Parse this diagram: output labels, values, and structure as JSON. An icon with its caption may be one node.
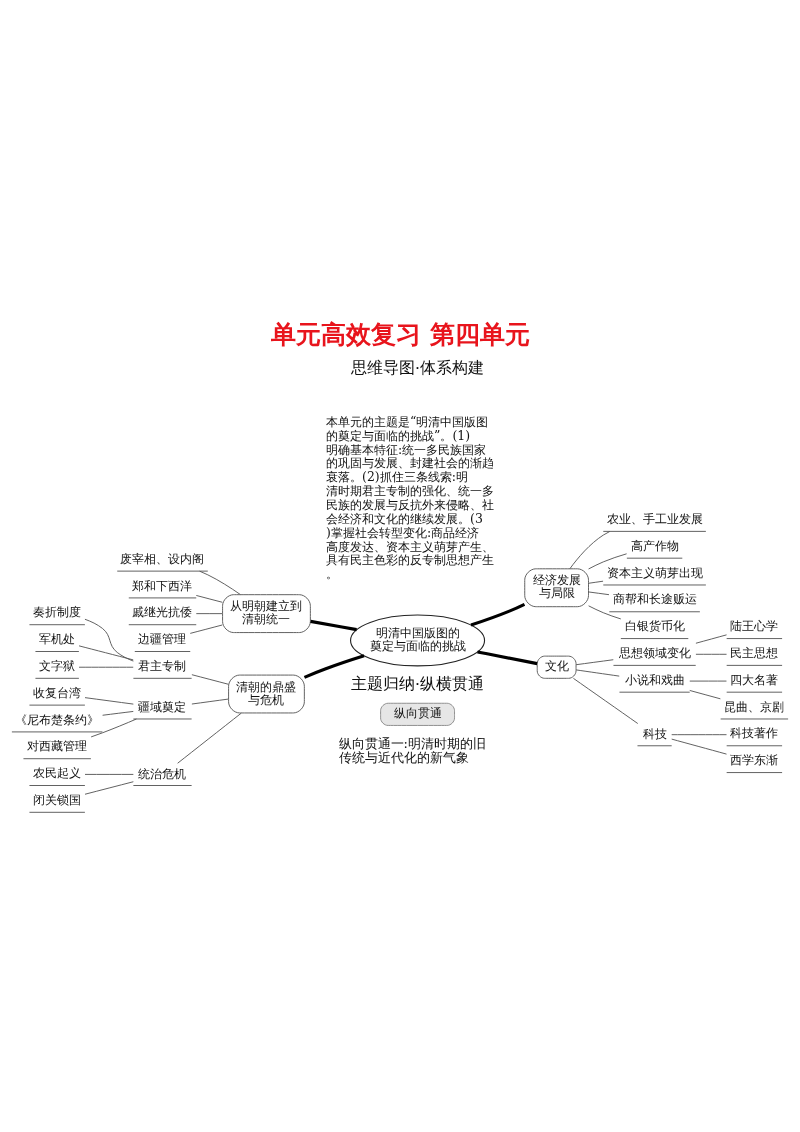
{
  "diagram": {
    "title": "单元高效复习 第四单元",
    "nodes": [
      {
        "text": [
          "明清中国版图的奠定与面临的挑战"
        ]
      },
      {
        "text": [
          "从明朝建立到清朝统一"
        ]
      },
      {
        "text": [
          "废宰相、设内阁"
        ]
      },
      {
        "text": [
          "郑和下西洋"
        ]
      },
      {
        "text": [
          "戚继光抗倭"
        ]
      },
      {
        "text": [
          "边疆管理"
        ]
      },
      {
        "text": [
          "清朝的鼎盛与危机"
        ]
      },
      {
        "text": [
          "君主专制"
        ]
      },
      {
        "text": [
          "奏折制度"
        ]
      },
      {
        "text": [
          "军机处"
        ]
      },
      {
        "text": [
          "文字狱"
        ]
      },
      {
        "text": [
          "疆域奠定"
        ]
      },
      {
        "text": [
          "收复台湾"
        ]
      },
      {
        "text": [
          "《尼布楚条约》"
        ]
      },
      {
        "text": [
          "对西藏管理"
        ]
      },
      {
        "text": [
          "统治危机"
        ]
      },
      {
        "text": [
          "农民起义"
        ]
      },
      {
        "text": [
          "闭关锁国"
        ]
      },
      {
        "text": [
          "经济发展与局限"
        ]
      },
      {
        "text": [
          "农业、手工业发展"
        ]
      },
      {
        "text": [
          "高产作物"
        ]
      },
      {
        "text": [
          "资本主义萌芽出现"
        ]
      },
      {
        "text": [
          "商帮和长途贩运"
        ]
      },
      {
        "text": [
          "白银货币化"
        ]
      },
      {
        "text": [
          "文化"
        ]
      },
      {
        "text": [
          "思想领域变化"
        ]
      },
      {
        "text": [
          "陆王心学"
        ]
      },
      {
        "text": [
          "民主思想"
        ]
      },
      {
        "text": [
          "小说和戏曲"
        ]
      },
      {
        "text": [
          "四大名著"
        ]
      },
      {
        "text": [
          "昆曲、京剧"
        ]
      },
      {
        "text": [
          "科技"
        ]
      },
      {
        "text": [
          "科技著作"
        ]
      },
      {
        "text": [
          "西学东渐"
        ]
      },
      {
        "text": [
          "纵向贯通"
        ]
      }
    ],
    "edges": [
      {
        "from": 2,
        "to": 1,
        "arrow": "none"
      },
      {
        "from": 3,
        "to": 1,
        "arrow": "none"
      },
      {
        "from": 4,
        "to": 1,
        "arrow": "none"
      },
      {
        "from": 5,
        "to": 1,
        "arrow": "none"
      },
      {
        "from": 1,
        "to": 0,
        "arrow": "none",
        "style": "thick"
      },
      {
        "from": 8,
        "to": 7,
        "arrow": "none"
      },
      {
        "from": 9,
        "to": 7,
        "arrow": "none"
      },
      {
        "from": 10,
        "to": 7,
        "arrow": "none"
      },
      {
        "from": 7,
        "to": 6,
        "arrow": "none"
      },
      {
        "from": 12,
        "to": 11,
        "arrow": "none"
      },
      {
        "from": 13,
        "to": 11,
        "arrow": "none"
      },
      {
        "from": 14,
        "to": 11,
        "arrow": "none"
      },
      {
        "from": 11,
        "to": 6,
        "arrow": "none"
      },
      {
        "from": 16,
        "to": 15,
        "arrow": "none"
      },
      {
        "from": 17,
        "to": 15,
        "arrow": "none"
      },
      {
        "from": 15,
        "to": 6,
        "arrow": "none"
      },
      {
        "from": 6,
        "to": 0,
        "arrow": "none",
        "style": "thick"
      },
      {
        "from": 0,
        "to": 18,
        "arrow": "none",
        "style": "thick"
      },
      {
        "from": 18,
        "to": 19,
        "arrow": "none"
      },
      {
        "from": 18,
        "to": 20,
        "arrow": "none"
      },
      {
        "from": 18,
        "to": 21,
        "arrow": "none"
      },
      {
        "from": 18,
        "to": 22,
        "arrow": "none"
      },
      {
        "from": 18,
        "to": 23,
        "arrow": "none"
      },
      {
        "from": 0,
        "to": 24,
        "arrow": "none",
        "style": "thick"
      },
      {
        "from": 24,
        "to": 25,
        "arrow": "none"
      },
      {
        "from": 25,
        "to": 26,
        "arrow": "none"
      },
      {
        "from": 25,
        "to": 27,
        "arrow": "none"
      },
      {
        "from": 24,
        "to": 28,
        "arrow": "none"
      },
      {
        "from": 28,
        "to": 29,
        "arrow": "none"
      },
      {
        "from": 28,
        "to": 30,
        "arrow": "none"
      },
      {
        "from": 24,
        "to": 31,
        "arrow": "none"
      },
      {
        "from": 31,
        "to": 32,
        "arrow": "none"
      },
      {
        "from": 31,
        "to": 33,
        "arrow": "none"
      }
    ],
    "labels": [
      "思维导图·体系构建",
      "本单元的主题是“明清中国版图的奠定与面临的挑战”。(1)明确基本特征:统一多民族国家的巩固与发展、封建社会的渐趋衰落。(2)抓住三条线索:明清时期君主专制的强化、统一多民族的发展与反抗外来侵略、社会经济和文化的继续发展。(3)掌握社会转型变化:商品经济高度发达、资本主义萌芽产生、具有民主色彩的反专制思想产生。",
      "主题归纳·纵横贯通",
      "纵向贯通一:明清时期的旧传统与近代化的新气象"
    ]
  }
}
